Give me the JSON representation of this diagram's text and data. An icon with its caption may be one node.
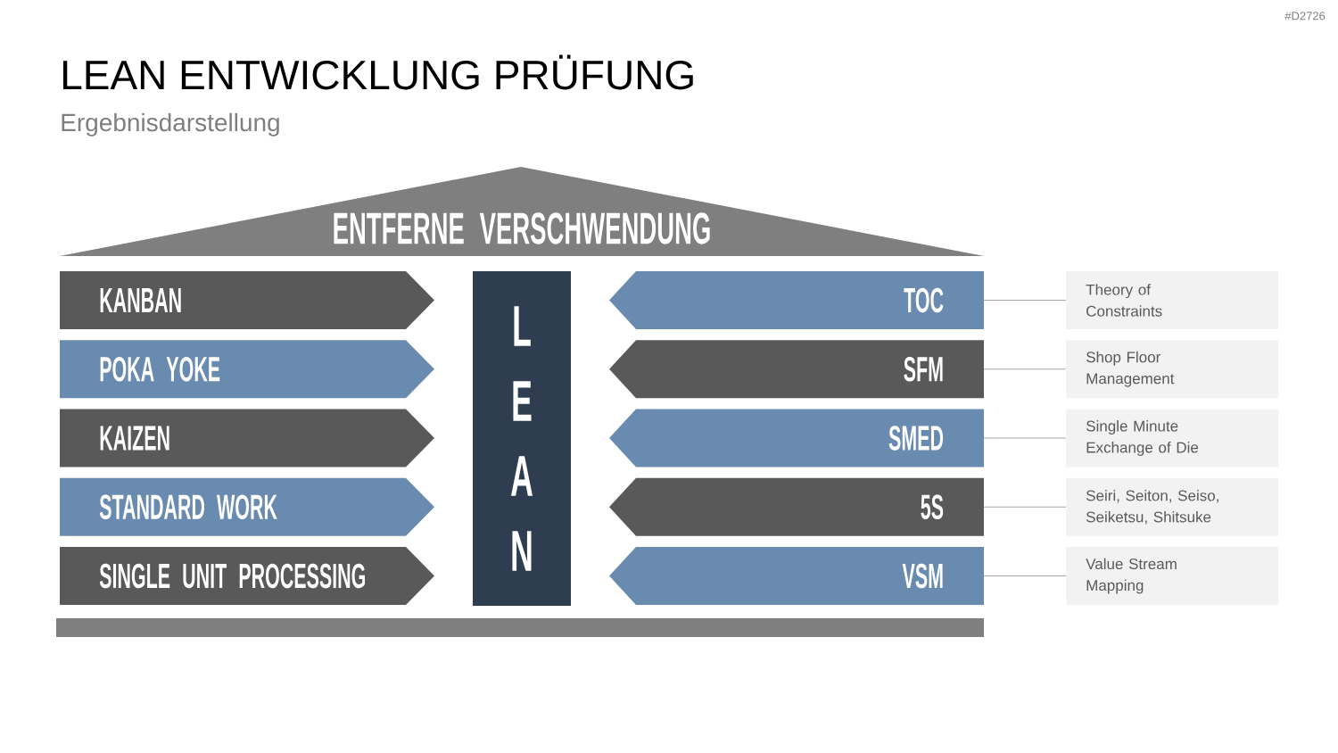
{
  "diagram": {
    "title": "LEAN ENTWICKLUNG PRÜFUNG",
    "nodes": [
      {
        "text": [
          "ENTFERNE VERSCHWENDUNG"
        ]
      },
      {
        "text": [
          "KANBAN"
        ]
      },
      {
        "text": [
          "POKA YOKE"
        ]
      },
      {
        "text": [
          "KAIZEN"
        ]
      },
      {
        "text": [
          "STANDARD WORK"
        ]
      },
      {
        "text": [
          "SINGLE UNIT PROCESSING"
        ]
      },
      {
        "text": [
          "L E A N"
        ]
      },
      {
        "text": [
          "TOC"
        ]
      },
      {
        "text": [
          "SFM"
        ]
      },
      {
        "text": [
          "SMED"
        ]
      },
      {
        "text": [
          "5S"
        ]
      },
      {
        "text": [
          "VSM"
        ]
      },
      {
        "text": [
          "Theory of Constraints"
        ]
      },
      {
        "text": [
          "Shop Floor Management"
        ]
      },
      {
        "text": [
          "Single Minute Exchange of Die"
        ]
      },
      {
        "text": [
          "Seiri, Seiton, Seiso, Seiketsu, Shitsuke"
        ]
      },
      {
        "text": [
          "Value Stream Mapping"
        ]
      },
      {
        "text": [],
        "shape": "bar"
      }
    ],
    "edges": [
      {
        "from": 7,
        "to": 12,
        "arrow": "none"
      },
      {
        "from": 8,
        "to": 13,
        "arrow": "none"
      },
      {
        "from": 9,
        "to": 14,
        "arrow": "none"
      },
      {
        "from": 10,
        "to": 15,
        "arrow": "none"
      },
      {
        "from": 11,
        "to": 16,
        "arrow": "none"
      }
    ],
    "labels": [
      "#D2726",
      "Ergebnisdarstellung"
    ]
  }
}
